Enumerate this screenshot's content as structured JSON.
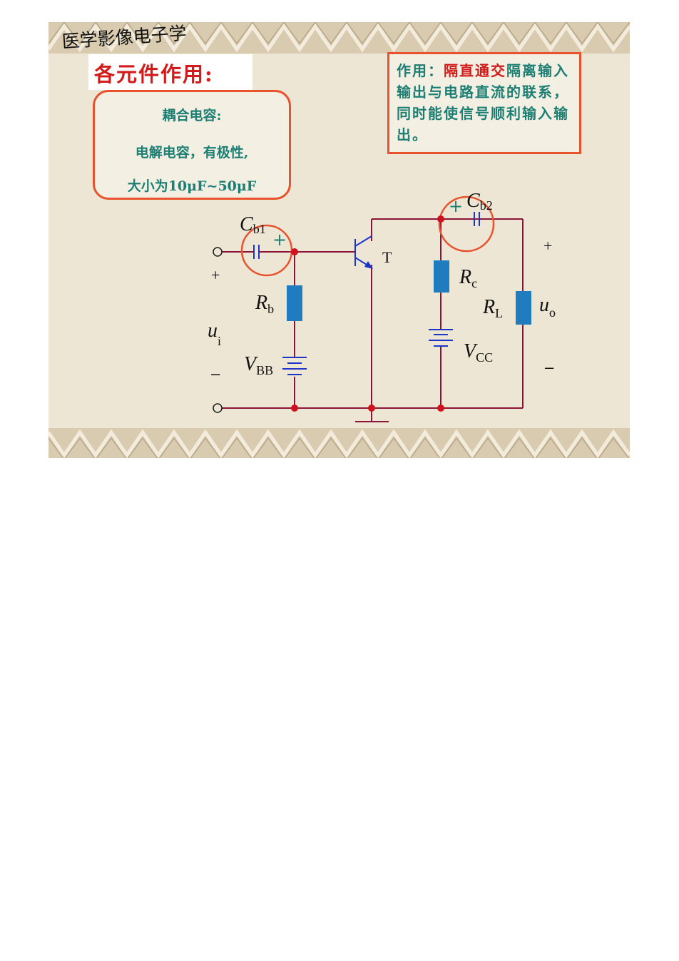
{
  "course_title": "医学影像电子学",
  "heading": "各元件作用:",
  "coupling_box": {
    "title": "耦合电容:",
    "line1": "电解电容，有极性,",
    "line2": "大小为10μF~50μF"
  },
  "function_box": {
    "prefix": "作用：",
    "highlight": "隔直通交",
    "rest": "隔离输入输出与电路直流的联系，同时能使信号顺利输入输出。"
  },
  "labels": {
    "cb1_main": "C",
    "cb1_sub": "b1",
    "cb2_main": "C",
    "cb2_sub": "b2",
    "rb_main": "R",
    "rb_sub": "b",
    "rc_main": "R",
    "rc_sub": "c",
    "rl_main": "R",
    "rl_sub": "L",
    "vbb_main": "V",
    "vbb_sub": "BB",
    "vcc_main": "V",
    "vcc_sub": "CC",
    "ui_main": "u",
    "ui_sub": "i",
    "uo_main": "u",
    "uo_sub": "o",
    "transistor": "T",
    "plus": "+",
    "minus": "–",
    "cap_plus": "+"
  },
  "colors": {
    "wire": "#8a1538",
    "node": "#d0101a",
    "highlight_circle": "#e8522c",
    "resistor": "#1e7cbf",
    "battery": "#1a35c8",
    "transistor": "#1a35c8",
    "cap_plus": "#1d7f73",
    "teal_text": "#1d7f73",
    "red_text": "#d21b1b"
  }
}
